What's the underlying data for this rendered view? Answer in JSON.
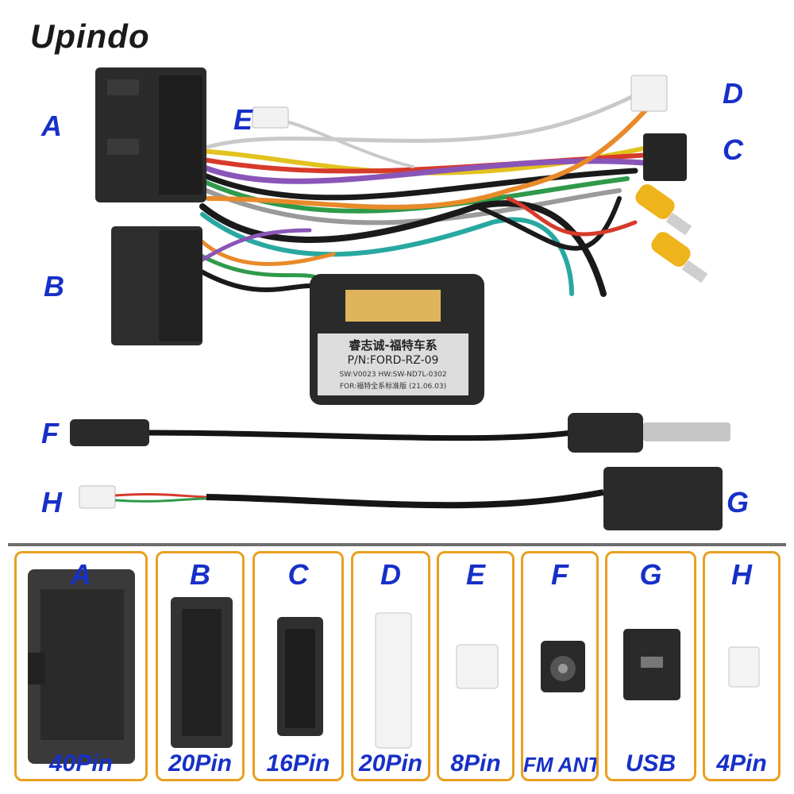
{
  "brand": "Upindo",
  "labels": {
    "A": "A",
    "B": "B",
    "C": "C",
    "D": "D",
    "E": "E",
    "F": "F",
    "G": "G",
    "H": "H"
  },
  "module": {
    "line1": "睿志诚-福特车系",
    "line2": "P/N:FORD-RZ-09",
    "line3": "SW:V0023 HW:SW-ND7L-0302",
    "line4": "FOR:福特全系标准版 (21.06.03)"
  },
  "cards": [
    {
      "letter": "A",
      "pin": "40Pin"
    },
    {
      "letter": "B",
      "pin": "20Pin"
    },
    {
      "letter": "C",
      "pin": "16Pin"
    },
    {
      "letter": "D",
      "pin": "20Pin"
    },
    {
      "letter": "E",
      "pin": "8Pin"
    },
    {
      "letter": "F",
      "pin": "FM ANT"
    },
    {
      "letter": "G",
      "pin": "USB"
    },
    {
      "letter": "H",
      "pin": "4Pin"
    }
  ]
}
